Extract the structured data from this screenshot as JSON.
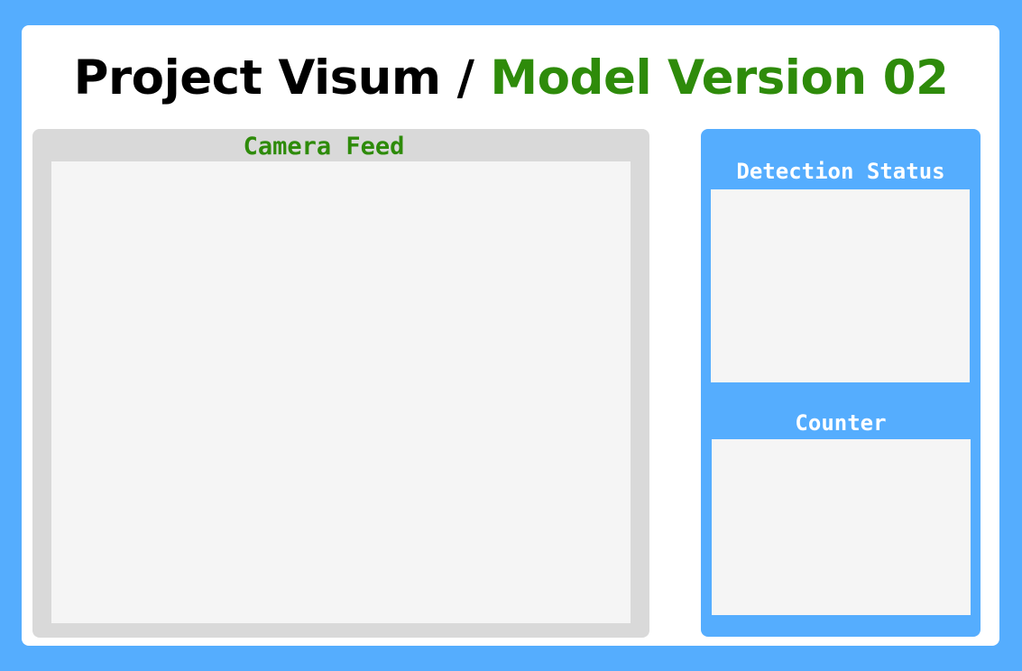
{
  "header": {
    "project_name": "Project Visum /",
    "model_version": "Model Version 02"
  },
  "camera": {
    "label": "Camera Feed"
  },
  "sidebar": {
    "detection_label": "Detection Status",
    "counter_label": "Counter"
  },
  "colors": {
    "background": "#55adfe",
    "card": "#ffffff",
    "accent_green": "#2e8b0a",
    "camera_panel": "#d9d9d9",
    "viewport": "#f5f5f5"
  }
}
